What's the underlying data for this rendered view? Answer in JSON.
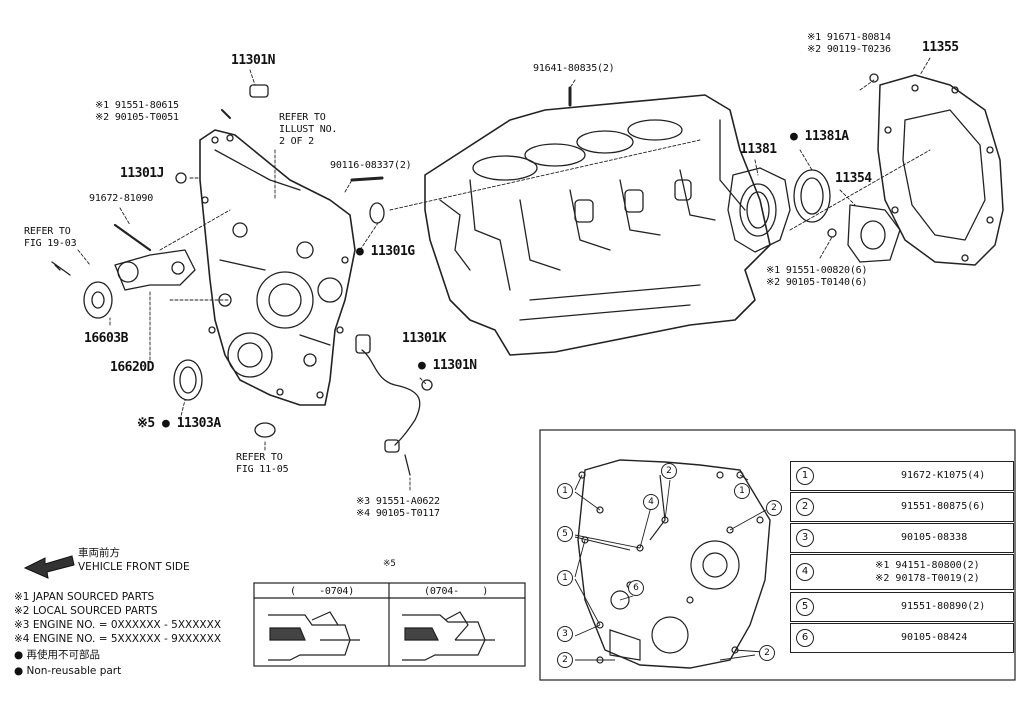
{
  "callouts": {
    "p11301n_top": "11301N",
    "p11301j": "11301J",
    "p91672": "91672-81090",
    "refer_fig19": "REFER TO\nFIG 19-03",
    "p16603b": "16603B",
    "p16620d": "16620D",
    "p11303a": "※5 ● 11303A",
    "refer_illust": "REFER TO\nILLUST NO.\n2 OF 2",
    "p90116": "90116-08337(2)",
    "p11301g": "● 11301G",
    "p91641": "91641-80835(2)",
    "p11301k": "11301K",
    "p11301n_mid": "● 11301N",
    "refer_fig11": "REFER TO\nFIG 11-05",
    "sensor_bolts": "※3 91551-A0622\n※4 90105-T0117",
    "upper_bolts": "※1 91551-80615\n※2 90105-T0051",
    "p11381": "11381",
    "p11381a": "● 11381A",
    "p11354": "11354",
    "rear_bolts": "※1 91551-00820(6)\n※2 90105-T0140(6)",
    "cover_bolts": "※1 91671-80814\n※2 90119-T0236",
    "p11355": "11355"
  },
  "legend": {
    "front_label_jp": "車両前方",
    "front_label_en": "VEHICLE FRONT SIDE",
    "notes": [
      "※1 JAPAN SOURCED PARTS",
      "※2 LOCAL SOURCED PARTS",
      "※3 ENGINE NO. = 0XXXXXX - 5XXXXXX",
      "※4 ENGINE NO. = 5XXXXXX - 9XXXXXX",
      "● 再使用不可部品",
      "● Non-reusable part"
    ]
  },
  "inset": {
    "mark": "※5",
    "left_range": "(    -0704)",
    "right_range": "(0704-    )"
  },
  "bolt_table": [
    {
      "num": "1",
      "part": "91672-K1075(4)"
    },
    {
      "num": "2",
      "part": "91551-80875(6)"
    },
    {
      "num": "3",
      "part": "90105-08338"
    },
    {
      "num": "4",
      "part": "※1 94151-80800(2)\n※2 90178-T0019(2)"
    },
    {
      "num": "5",
      "part": "91551-80890(2)"
    },
    {
      "num": "6",
      "part": "90105-08424"
    }
  ],
  "panel_refs": [
    "1",
    "2",
    "3",
    "4",
    "5",
    "6"
  ]
}
